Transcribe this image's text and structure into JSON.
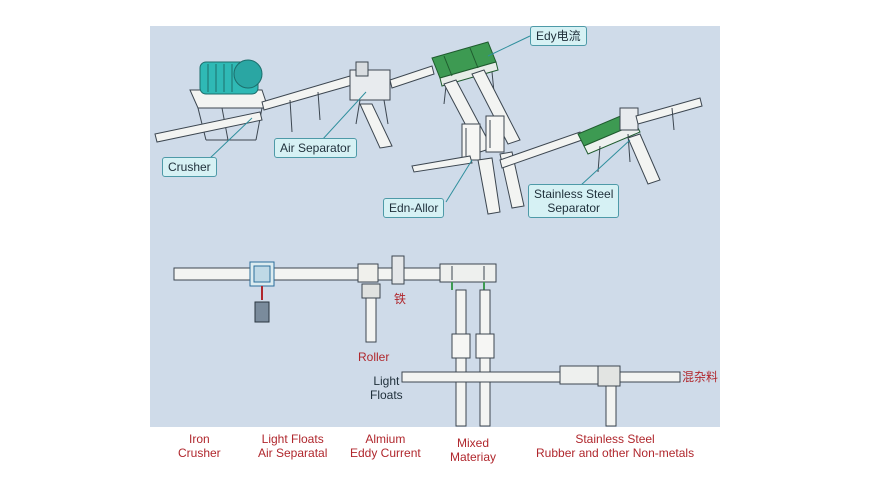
{
  "top_diagram": {
    "callouts": {
      "edy_eddy": "Edy电流",
      "crusher": "Crusher",
      "air_separator": "Air Separator",
      "edn_allor": "Edn-Allor",
      "stainless_steel_separator_line1": "Stainless Steel",
      "stainless_steel_separator_line2": "Separator"
    }
  },
  "plan_view": {
    "labels": {
      "iron_cn": "铁",
      "roller": "Roller",
      "light_floats_line1": "Light",
      "light_floats_line2": "Floats",
      "mixed_cn": "混杂料"
    }
  },
  "bottom_legend": [
    {
      "line1": "Iron",
      "line2": "Crusher"
    },
    {
      "line1": "Light Floats",
      "line2": "Air Separatal"
    },
    {
      "line1": "Almium",
      "line2": "Eddy Current"
    },
    {
      "line1": "Mixed",
      "line2": "Materiay"
    },
    {
      "line1": "Stainless Steel",
      "line2": "Rubber and other Non-metals"
    }
  ],
  "colors": {
    "panel_bg": "#cfdbe9",
    "motor_teal": "#2fb9b5",
    "eddy_green": "#3d9a52",
    "callout_bg": "#d6f1f4",
    "callout_border": "#4e9aa8",
    "label_red": "#b0272d"
  }
}
